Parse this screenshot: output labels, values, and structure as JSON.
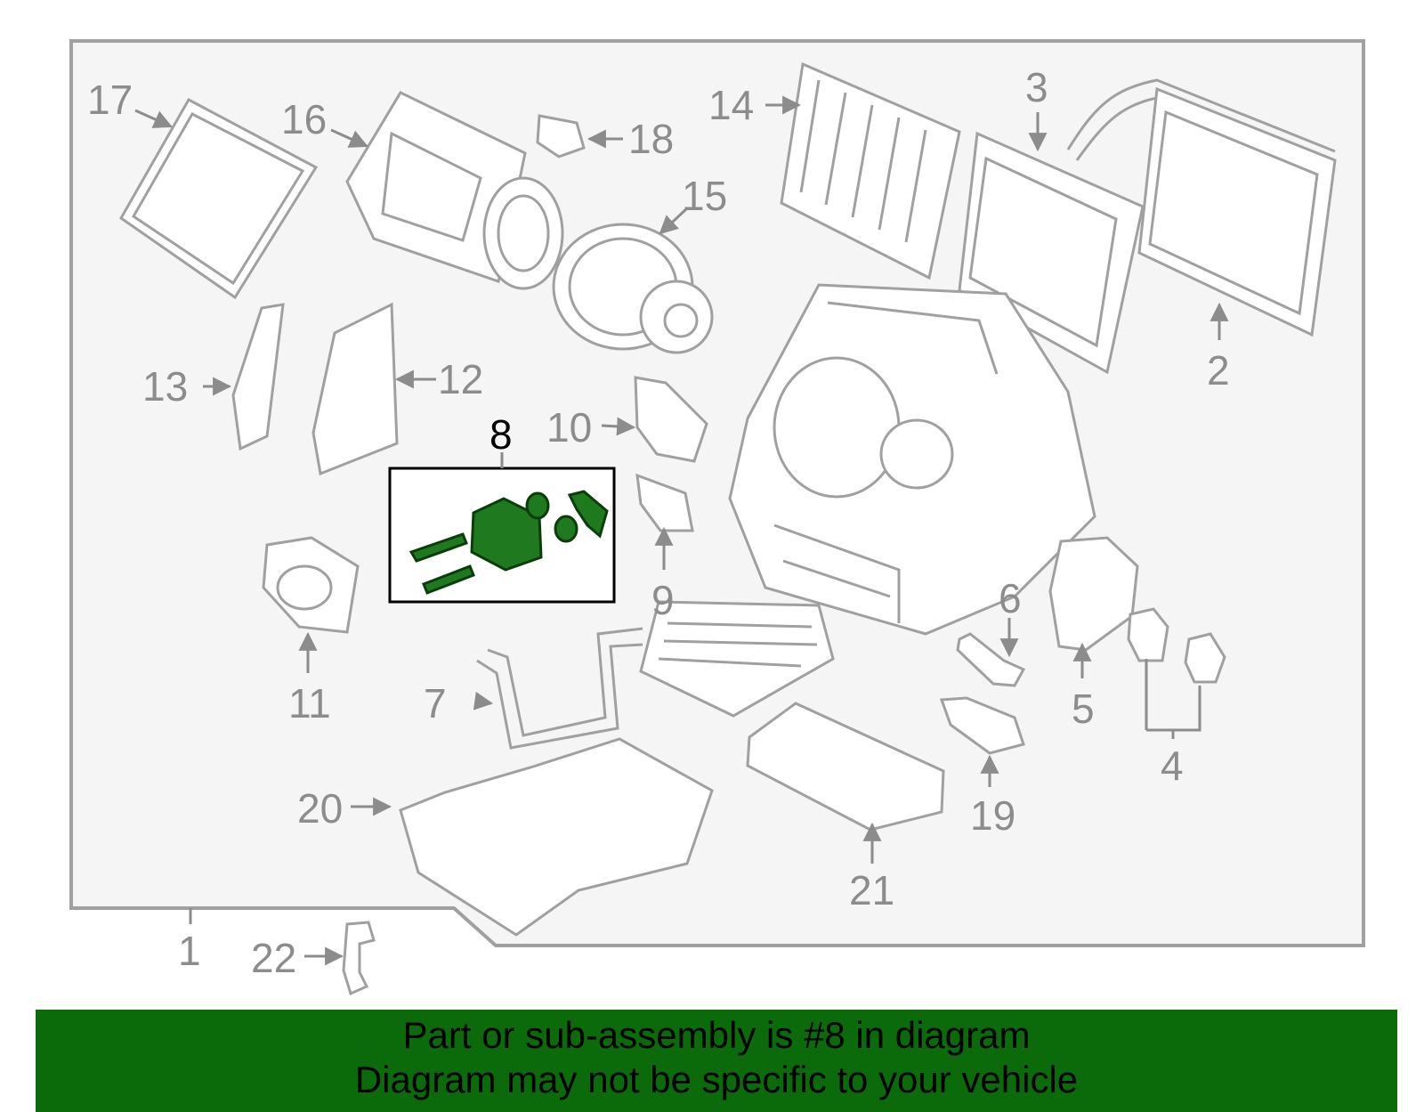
{
  "diagram": {
    "callouts": [
      "1",
      "2",
      "3",
      "4",
      "5",
      "6",
      "7",
      "8",
      "9",
      "10",
      "11",
      "12",
      "13",
      "14",
      "15",
      "16",
      "17",
      "18",
      "19",
      "20",
      "21",
      "22"
    ],
    "highlighted_callout": "8"
  },
  "banner": {
    "line1": "Part or sub-assembly is #8 in diagram",
    "line2": "Diagram may not be specific to your vehicle",
    "background_color": "#0b6b0b"
  },
  "colors": {
    "highlight": "#1f7a1f",
    "outline": "#a0a0a0",
    "frame_fill": "#f5f5f5"
  }
}
